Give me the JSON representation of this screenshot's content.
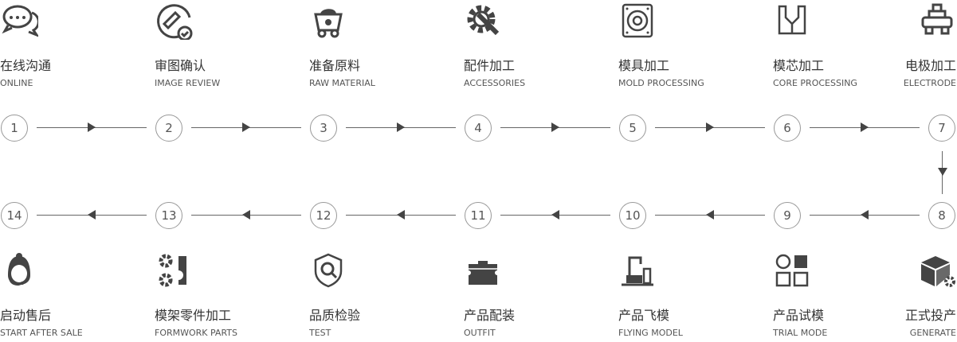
{
  "colors": {
    "icon": "#444444",
    "text": "#333333",
    "circle_border": "#999999",
    "line": "#666666"
  },
  "steps": [
    {
      "num": "1",
      "zh": "在线沟通",
      "en": "ONLINE",
      "icon": "chat-bubbles-icon"
    },
    {
      "num": "2",
      "zh": "审图确认",
      "en": "IMAGE REVIEW",
      "icon": "ruler-check-icon"
    },
    {
      "num": "3",
      "zh": "准备原料",
      "en": "RAW MATERIAL",
      "icon": "mine-cart-icon"
    },
    {
      "num": "4",
      "zh": "配件加工",
      "en": "ACCESSORIES",
      "icon": "gear-wrench-icon"
    },
    {
      "num": "5",
      "zh": "模具加工",
      "en": "MOLD PROCESSING",
      "icon": "speaker-mold-icon"
    },
    {
      "num": "6",
      "zh": "模芯加工",
      "en": "CORE PROCESSING",
      "icon": "mold-core-icon"
    },
    {
      "num": "7",
      "zh": "电极加工",
      "en": "ELECTRODE",
      "icon": "electrode-icon"
    },
    {
      "num": "8",
      "zh": "正式投产",
      "en": "GENERATE",
      "icon": "box-gear-icon"
    },
    {
      "num": "9",
      "zh": "产品试模",
      "en": "TRIAL MODE",
      "icon": "shapes-grid-icon"
    },
    {
      "num": "10",
      "zh": "产品飞模",
      "en": "FLYING MODEL",
      "icon": "robot-arm-icon"
    },
    {
      "num": "11",
      "zh": "产品配装",
      "en": "OUTFIT",
      "icon": "toolbox-icon"
    },
    {
      "num": "12",
      "zh": "品质检验",
      "en": "TEST",
      "icon": "shield-search-icon"
    },
    {
      "num": "13",
      "zh": "模架零件加工",
      "en": "FORMWORK PARTS",
      "icon": "gears-icon"
    },
    {
      "num": "14",
      "zh": "启动售后",
      "en": "START AFTER SALE",
      "icon": "customer-service-icon"
    }
  ]
}
